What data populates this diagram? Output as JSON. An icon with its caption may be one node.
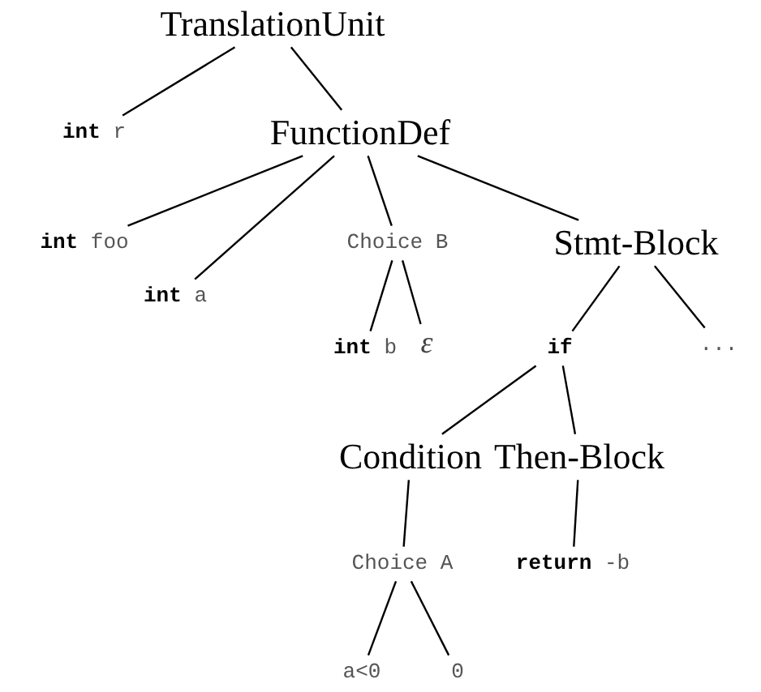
{
  "diagram": {
    "nodes": [
      {
        "text": [
          "TranslationUnit"
        ]
      },
      {
        "text": [
          "**int** r"
        ]
      },
      {
        "text": [
          "FunctionDef"
        ]
      },
      {
        "text": [
          "**int** foo"
        ]
      },
      {
        "text": [
          "**int** a"
        ]
      },
      {
        "text": [
          "Choice B"
        ]
      },
      {
        "text": [
          "Stmt-Block"
        ]
      },
      {
        "text": [
          "**int** b"
        ]
      },
      {
        "text": [
          "ε"
        ]
      },
      {
        "text": [
          "if"
        ]
      },
      {
        "text": [
          "..."
        ]
      },
      {
        "text": [
          "Condition"
        ]
      },
      {
        "text": [
          "Then-Block"
        ]
      },
      {
        "text": [
          "Choice A"
        ]
      },
      {
        "text": [
          "**return** -b"
        ]
      },
      {
        "text": [
          "a<0"
        ]
      },
      {
        "text": [
          "0"
        ]
      }
    ],
    "edges": [
      {
        "from": 0,
        "to": 1,
        "arrow": "none"
      },
      {
        "from": 0,
        "to": 2,
        "arrow": "none"
      },
      {
        "from": 2,
        "to": 3,
        "arrow": "none"
      },
      {
        "from": 2,
        "to": 4,
        "arrow": "none"
      },
      {
        "from": 2,
        "to": 5,
        "arrow": "none"
      },
      {
        "from": 2,
        "to": 6,
        "arrow": "none"
      },
      {
        "from": 5,
        "to": 7,
        "arrow": "none"
      },
      {
        "from": 5,
        "to": 8,
        "arrow": "none"
      },
      {
        "from": 6,
        "to": 9,
        "arrow": "none"
      },
      {
        "from": 6,
        "to": 10,
        "arrow": "none"
      },
      {
        "from": 9,
        "to": 11,
        "arrow": "none"
      },
      {
        "from": 9,
        "to": 12,
        "arrow": "none"
      },
      {
        "from": 11,
        "to": 13,
        "arrow": "none"
      },
      {
        "from": 12,
        "to": 14,
        "arrow": "none"
      },
      {
        "from": 13,
        "to": 15,
        "arrow": "none"
      },
      {
        "from": 13,
        "to": 16,
        "arrow": "none"
      }
    ]
  }
}
